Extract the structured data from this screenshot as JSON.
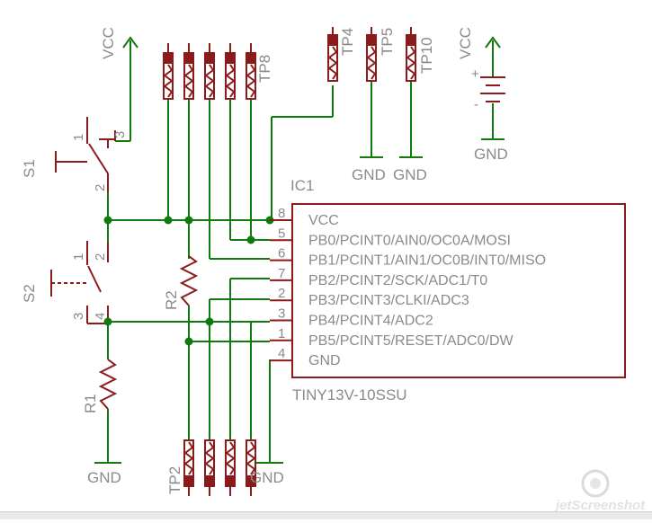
{
  "labels": {
    "vcc": "VCC",
    "gnd": "GND",
    "ic_name": "IC1",
    "ic_part": "TINY13V-10SSU",
    "s1": "S1",
    "s2": "S2",
    "r1": "R1",
    "r2": "R2",
    "tp2": "TP2",
    "tp4": "TP4",
    "tp5": "TP5",
    "tp8": "TP8",
    "tp10": "TP10",
    "plus": "+",
    "minus": "-",
    "watermark": "jetScreenshot"
  },
  "switch_pins": {
    "s1_1": "1",
    "s1_2": "2",
    "s1_3": "3",
    "s2_1": "1",
    "s2_2": "2",
    "s2_3": "3",
    "s2_4": "4"
  },
  "ic_pins": [
    {
      "pin": "8",
      "signal": "VCC"
    },
    {
      "pin": "5",
      "signal": "PB0/PCINT0/AIN0/OC0A/MOSI"
    },
    {
      "pin": "6",
      "signal": "PB1/PCINT1/AIN1/OC0B/INT0/MISO"
    },
    {
      "pin": "7",
      "signal": "PB2/PCINT2/SCK/ADC1/T0"
    },
    {
      "pin": "2",
      "signal": "PB3/PCINT3/CLKI/ADC3"
    },
    {
      "pin": "3",
      "signal": "PB4/PCINT4/ADC2"
    },
    {
      "pin": "1",
      "signal": "PB5/PCINT5/RESET/ADC0/DW"
    },
    {
      "pin": "4",
      "signal": "GND"
    }
  ],
  "colors": {
    "wire": "#0f7b0f",
    "part": "#8b1a1a",
    "text": "#8a8a8a"
  }
}
